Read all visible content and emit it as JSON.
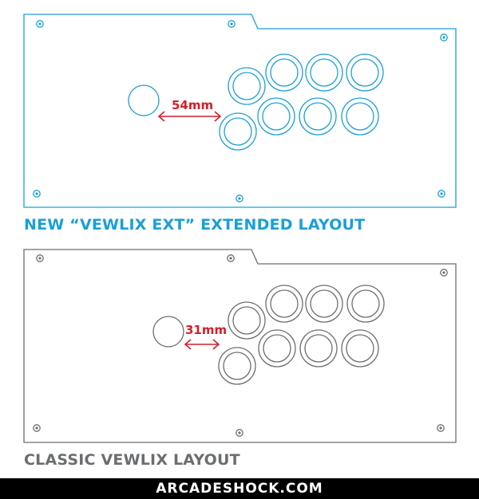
{
  "colors": {
    "new_layout": "#1a9fd9",
    "classic_layout": "#6b6e70",
    "measurement": "#d31f2a",
    "footer_bg": "#000000",
    "footer_text": "#ffffff"
  },
  "panels": [
    {
      "id": "new",
      "caption": "NEW “VEWLIX EXT” EXTENDED LAYOUT",
      "measurement": "54mm",
      "color_key": "new_layout"
    },
    {
      "id": "classic",
      "caption": "CLASSIC VEWLIX LAYOUT",
      "measurement": "31mm",
      "color_key": "classic_layout"
    }
  ],
  "footer": {
    "text": "ARCADESHOCK.COM"
  }
}
